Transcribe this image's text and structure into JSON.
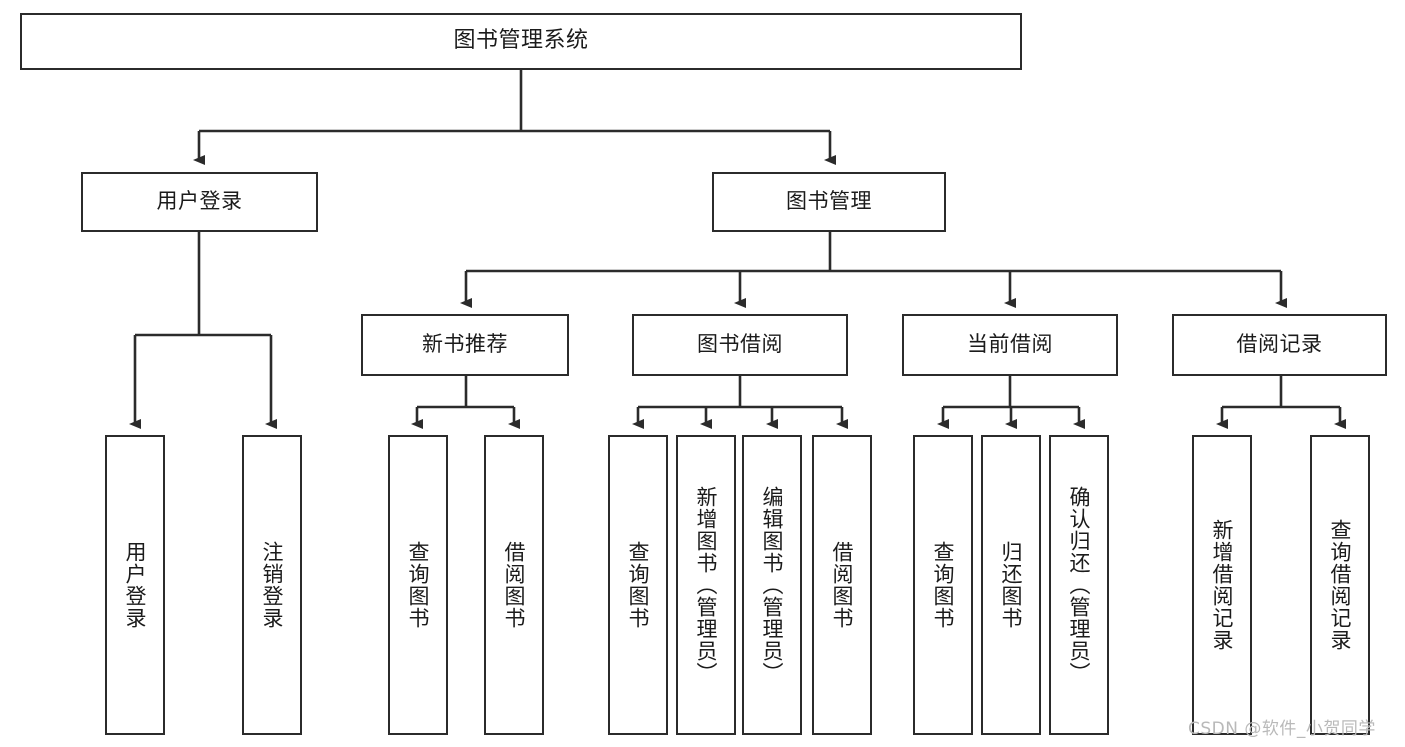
{
  "diagram": {
    "type": "tree-hierarchy-chart",
    "title": "图书管理系统",
    "colors": {
      "box_border": "#2b2b2b",
      "box_fill": "#ffffff",
      "text": "#1b1b1b",
      "connector": "#2b2b2b",
      "watermark": "#b9b9b9",
      "background": "#ffffff"
    },
    "nodes": {
      "root": {
        "label": "图书管理系统"
      },
      "level1": [
        {
          "label": "用户登录"
        },
        {
          "label": "图书管理"
        }
      ],
      "level2": [
        {
          "label": "新书推荐"
        },
        {
          "label": "图书借阅"
        },
        {
          "label": "当前借阅"
        },
        {
          "label": "借阅记录"
        }
      ],
      "leaves_user_login": [
        {
          "label": "用户登录"
        },
        {
          "label": "注销登录"
        }
      ],
      "leaves_new_book": [
        {
          "label": "查询图书"
        },
        {
          "label": "借阅图书"
        }
      ],
      "leaves_borrow": [
        {
          "label": "查询图书"
        },
        {
          "label": "新增图书（管理员）"
        },
        {
          "label": "编辑图书（管理员）"
        },
        {
          "label": "借阅图书"
        }
      ],
      "leaves_current": [
        {
          "label": "查询图书"
        },
        {
          "label": "归还图书"
        },
        {
          "label": "确认归还（管理员）"
        }
      ],
      "leaves_records": [
        {
          "label": "新增借阅记录"
        },
        {
          "label": "查询借阅记录"
        }
      ]
    },
    "watermark": "CSDN @软件_小贺同学"
  }
}
